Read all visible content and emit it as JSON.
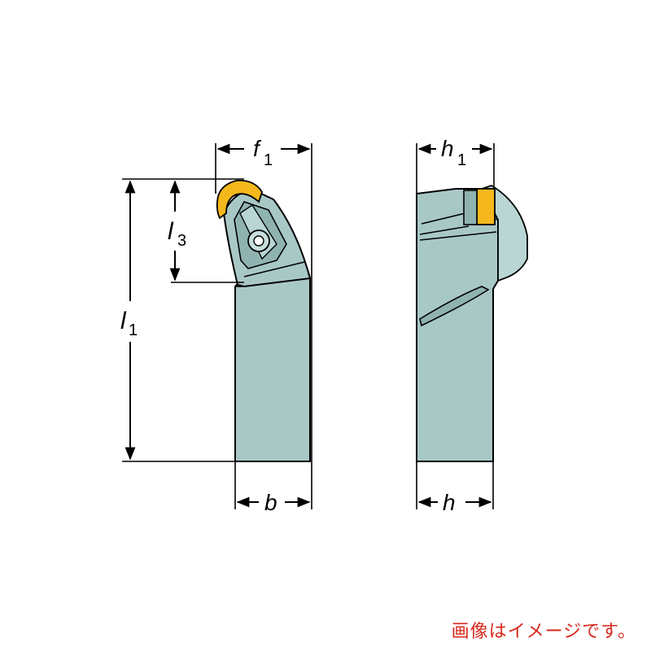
{
  "labels": {
    "f1": {
      "main": "f",
      "sub": "1"
    },
    "h1": {
      "main": "h",
      "sub": "1"
    },
    "l1": {
      "main": "l",
      "sub": "1"
    },
    "l3": {
      "main": "l",
      "sub": "3"
    },
    "b": {
      "main": "b"
    },
    "h": {
      "main": "h"
    }
  },
  "caption": "画像はイメージです。",
  "colors": {
    "body": "#a8c8c6",
    "body_shadow": "#8fb3b1",
    "insert": "#f5b81c",
    "insert_edge": "#c98a00",
    "caption": "#d6281c"
  }
}
